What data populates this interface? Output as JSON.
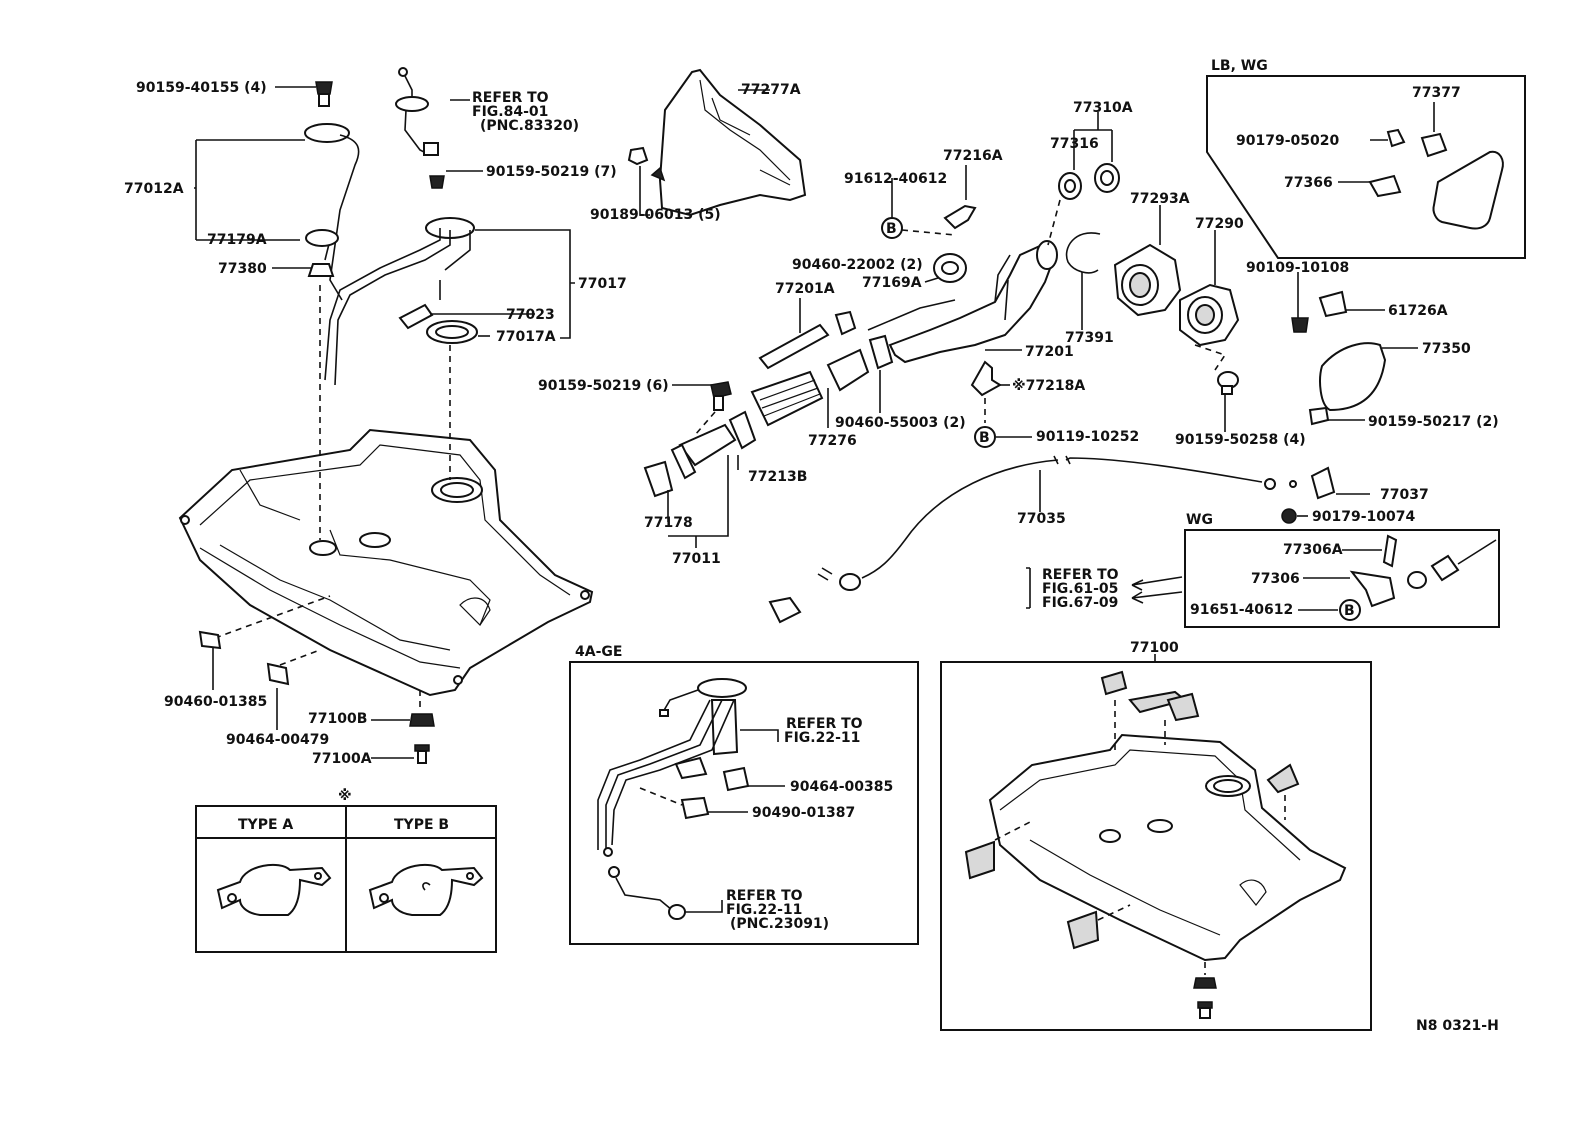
{
  "figure_code": "N8 0321-H",
  "callouts": {
    "p90159_40155": "90159-40155 (4)",
    "p77012A": "77012A",
    "p77179A": "77179A",
    "p77380": "77380",
    "ref_84_01_a": "REFER TO",
    "ref_84_01_b": "FIG.84-01",
    "ref_84_01_c": "(PNC.83320)",
    "p90159_50219_7": "90159-50219 (7)",
    "p77017": "77017",
    "p77023": "77023",
    "p77017A": "77017A",
    "p90189_06013": "90189-06013 (5)",
    "p77277A": "77277A",
    "p91612_40612": "91612-40612",
    "p77216A": "77216A",
    "p77310A": "77310A",
    "p77316": "77316",
    "p77293A": "77293A",
    "p77290": "77290",
    "p90460_22002": "90460-22002 (2)",
    "p77169A": "77169A",
    "p77201A": "77201A",
    "p77391": "77391",
    "p77201": "77201",
    "p77218A": "※77218A",
    "p90119_10252": "90119-10252",
    "p90159_50219_6": "90159-50219 (6)",
    "p90460_55003": "90460-55003 (2)",
    "p77276": "77276",
    "p77213B": "77213B",
    "p77178": "77178",
    "p77011": "77011",
    "p77035": "77035",
    "p90159_50258": "90159-50258 (4)",
    "p77037": "77037",
    "p90179_10074": "90179-10074",
    "ref_61_a": "REFER TO",
    "ref_61_b": "FIG.61-05",
    "ref_61_c": "FIG.67-09",
    "lb_wg": "LB, WG",
    "p77377": "77377",
    "p90179_05020": "90179-05020",
    "p77366": "77366",
    "p90109_10108": "90109-10108",
    "p61726A": "61726A",
    "p77350": "77350",
    "p90159_50217": "90159-50217 (2)",
    "wg": "WG",
    "p77306A": "77306A",
    "p77306": "77306",
    "p91651_40612": "91651-40612",
    "p90460_01385": "90460-01385",
    "p90464_00479": "90464-00479",
    "p77100B": "77100B",
    "p77100A": "77100A",
    "asterisk": "※",
    "type_a": "TYPE A",
    "type_b": "TYPE B",
    "ge_4a": "4A-GE",
    "ref_22_a1": "REFER TO",
    "ref_22_a2": "FIG.22-11",
    "p90464_00385": "90464-00385",
    "p90490_01387": "90490-01387",
    "ref_22_b1": "REFER TO",
    "ref_22_b2": "FIG.22-11",
    "ref_22_b3": "(PNC.23091)",
    "p77100": "77100",
    "b_mark": "B"
  }
}
